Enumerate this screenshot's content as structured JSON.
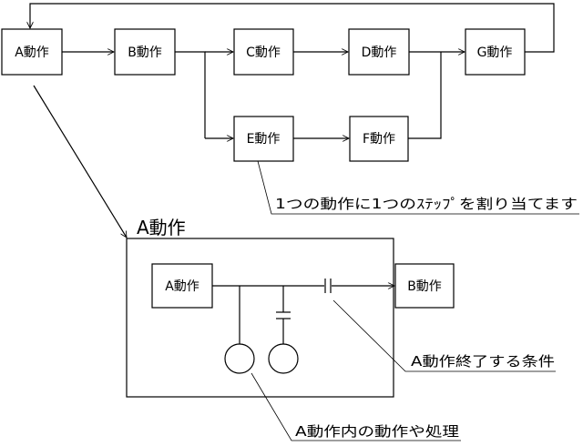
{
  "flow_nodes": {
    "a": "A動作",
    "b": "B動作",
    "c": "C動作",
    "d": "D動作",
    "e": "E動作",
    "f": "F動作",
    "g": "G動作"
  },
  "top_note": "1つの動作に1つのｽﾃｯﾌﾟを割り当てます",
  "detail": {
    "title": "A動作",
    "start_box": "A動作",
    "end_box": "B動作",
    "condition_note": "A動作終了する条件",
    "process_note": "A動作内の動作や処理"
  }
}
